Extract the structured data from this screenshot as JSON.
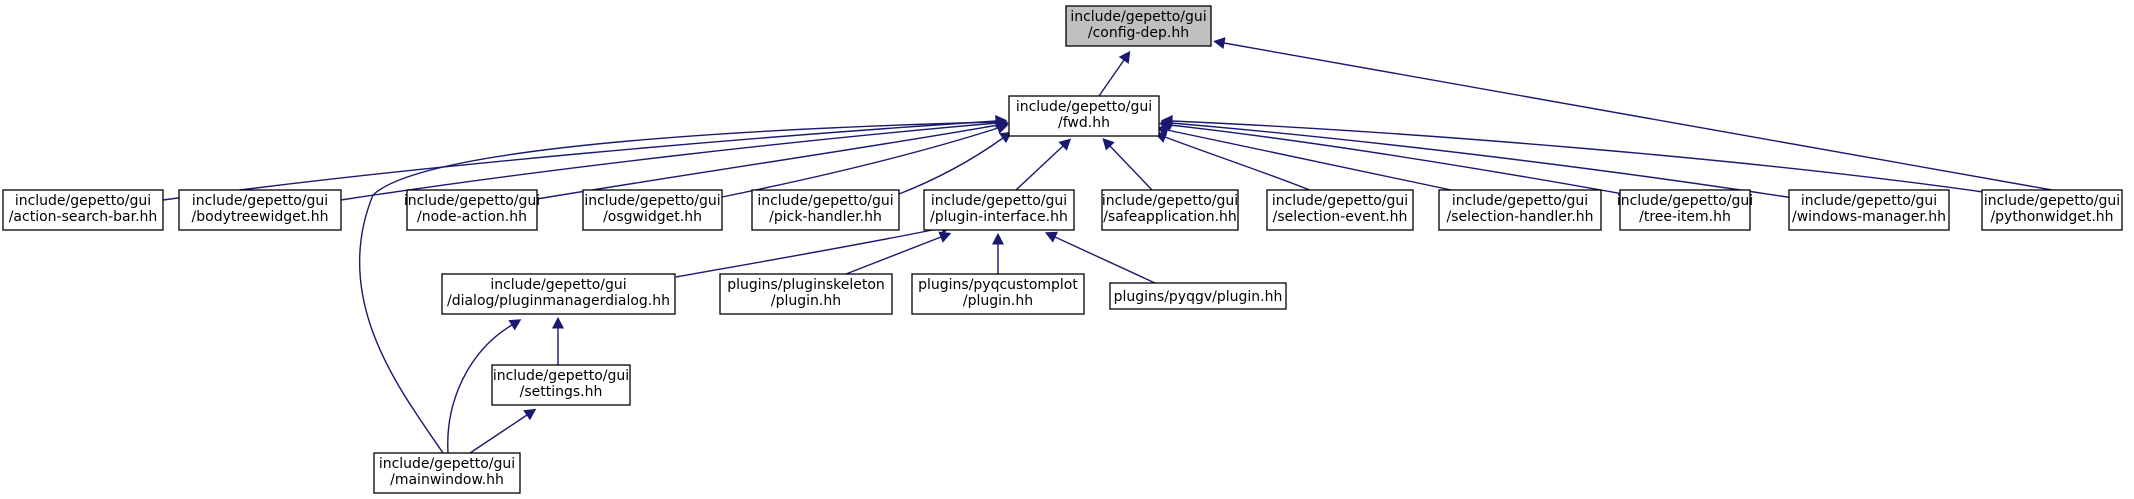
{
  "diagram": {
    "type": "include-dependency-graph",
    "colors": {
      "edge": "#191970",
      "node_border": "#000000",
      "root_fill": "#bfbfbf",
      "node_fill": "#ffffff"
    },
    "nodes": [
      {
        "id": "config-dep",
        "lines": [
          "include/gepetto/gui",
          "/config-dep.hh"
        ],
        "root": true
      },
      {
        "id": "fwd",
        "lines": [
          "include/gepetto/gui",
          "/fwd.hh"
        ]
      },
      {
        "id": "action-search-bar",
        "lines": [
          "include/gepetto/gui",
          "/action-search-bar.hh"
        ]
      },
      {
        "id": "bodytreewidget",
        "lines": [
          "include/gepetto/gui",
          "/bodytreewidget.hh"
        ]
      },
      {
        "id": "node-action",
        "lines": [
          "include/gepetto/gui",
          "/node-action.hh"
        ]
      },
      {
        "id": "osgwidget",
        "lines": [
          "include/gepetto/gui",
          "/osgwidget.hh"
        ]
      },
      {
        "id": "pick-handler",
        "lines": [
          "include/gepetto/gui",
          "/pick-handler.hh"
        ]
      },
      {
        "id": "plugin-interface",
        "lines": [
          "include/gepetto/gui",
          "/plugin-interface.hh"
        ]
      },
      {
        "id": "safeapplication",
        "lines": [
          "include/gepetto/gui",
          "/safeapplication.hh"
        ]
      },
      {
        "id": "selection-event",
        "lines": [
          "include/gepetto/gui",
          "/selection-event.hh"
        ]
      },
      {
        "id": "selection-handler",
        "lines": [
          "include/gepetto/gui",
          "/selection-handler.hh"
        ]
      },
      {
        "id": "tree-item",
        "lines": [
          "include/gepetto/gui",
          "/tree-item.hh"
        ]
      },
      {
        "id": "windows-manager",
        "lines": [
          "include/gepetto/gui",
          "/windows-manager.hh"
        ]
      },
      {
        "id": "pythonwidget",
        "lines": [
          "include/gepetto/gui",
          "/pythonwidget.hh"
        ]
      },
      {
        "id": "pluginmanagerdialog",
        "lines": [
          "include/gepetto/gui",
          "/dialog/pluginmanagerdialog.hh"
        ]
      },
      {
        "id": "pluginskeleton",
        "lines": [
          "plugins/pluginskeleton",
          "/plugin.hh"
        ]
      },
      {
        "id": "pyqcustomplot",
        "lines": [
          "plugins/pyqcustomplot",
          "/plugin.hh"
        ]
      },
      {
        "id": "pyqgv",
        "lines": [
          "plugins/pyqgv/plugin.hh"
        ]
      },
      {
        "id": "settings",
        "lines": [
          "include/gepetto/gui",
          "/settings.hh"
        ]
      },
      {
        "id": "mainwindow",
        "lines": [
          "include/gepetto/gui",
          "/mainwindow.hh"
        ]
      }
    ],
    "edges": [
      {
        "from": "fwd",
        "to": "config-dep"
      },
      {
        "from": "pythonwidget",
        "to": "config-dep"
      },
      {
        "from": "action-search-bar",
        "to": "fwd"
      },
      {
        "from": "bodytreewidget",
        "to": "fwd"
      },
      {
        "from": "node-action",
        "to": "fwd"
      },
      {
        "from": "osgwidget",
        "to": "fwd"
      },
      {
        "from": "pick-handler",
        "to": "fwd"
      },
      {
        "from": "plugin-interface",
        "to": "fwd"
      },
      {
        "from": "safeapplication",
        "to": "fwd"
      },
      {
        "from": "selection-event",
        "to": "fwd"
      },
      {
        "from": "selection-handler",
        "to": "fwd"
      },
      {
        "from": "tree-item",
        "to": "fwd"
      },
      {
        "from": "windows-manager",
        "to": "fwd"
      },
      {
        "from": "pythonwidget",
        "to": "fwd"
      },
      {
        "from": "mainwindow",
        "to": "fwd"
      },
      {
        "from": "pluginmanagerdialog",
        "to": "plugin-interface"
      },
      {
        "from": "pluginskeleton",
        "to": "plugin-interface"
      },
      {
        "from": "pyqcustomplot",
        "to": "plugin-interface"
      },
      {
        "from": "pyqgv",
        "to": "plugin-interface"
      },
      {
        "from": "settings",
        "to": "pluginmanagerdialog"
      },
      {
        "from": "mainwindow",
        "to": "pluginmanagerdialog"
      },
      {
        "from": "mainwindow",
        "to": "settings"
      }
    ]
  }
}
